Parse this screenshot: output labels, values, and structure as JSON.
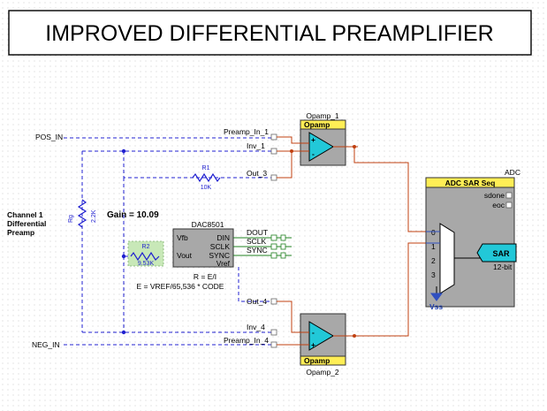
{
  "title": "IMPROVED DIFFERENTIAL PREAMPLIFIER",
  "labels": {
    "pos_in": "POS_IN",
    "neg_in": "NEG_IN",
    "channel_line1": "Channel 1",
    "channel_line2": "Differential",
    "channel_line3": "Preamp",
    "gain": "Gain = 10.09",
    "eq1": "R = E/I",
    "eq2": "E = VREF/65,536 * CODE"
  },
  "resistors": {
    "rg": {
      "name": "Rg",
      "value": "2.2K"
    },
    "r1": {
      "name": "R1",
      "value": "10K"
    },
    "r2": {
      "name": "R2",
      "value": "9.53K"
    }
  },
  "opamp1": {
    "instance": "Opamp_1",
    "type": "Opamp",
    "plus": "+",
    "minus": "-"
  },
  "opamp2": {
    "instance": "Opamp_2",
    "type": "Opamp",
    "plus": "+",
    "minus": "-"
  },
  "nets": {
    "preamp_in_1": "Preamp_In_1",
    "inv_1": "Inv_1",
    "out_3": "Out_3",
    "out_4": "Out_4",
    "inv_4": "Inv_4",
    "preamp_in_4": "Preamp_In_4",
    "dout": "DOUT",
    "sclk": "SCLK",
    "sync": "SYNC"
  },
  "dac": {
    "name": "DAC8501",
    "pins": {
      "vfb": "Vfb",
      "vout": "Vout",
      "din": "DIN",
      "sclk": "SCLK",
      "sync": "SYNC",
      "vref": "Vref"
    }
  },
  "adc": {
    "name": "ADC",
    "type": "ADC SAR Seq",
    "sdone": "sdone",
    "eoc": "eoc",
    "inputs": [
      "0",
      "1",
      "2",
      "3"
    ],
    "sar": "SAR",
    "bits": "12-bit",
    "vss": "Vss"
  },
  "colors": {
    "dashed_net": "#2020d0",
    "analog_wire": "#c04010",
    "digital_wire": "#208020",
    "component_fill": "#a8a8a8",
    "header_yellow": "#ffee55",
    "opamp_cyan": "#22c8d8",
    "resistor_green": "#c8e8b8"
  }
}
